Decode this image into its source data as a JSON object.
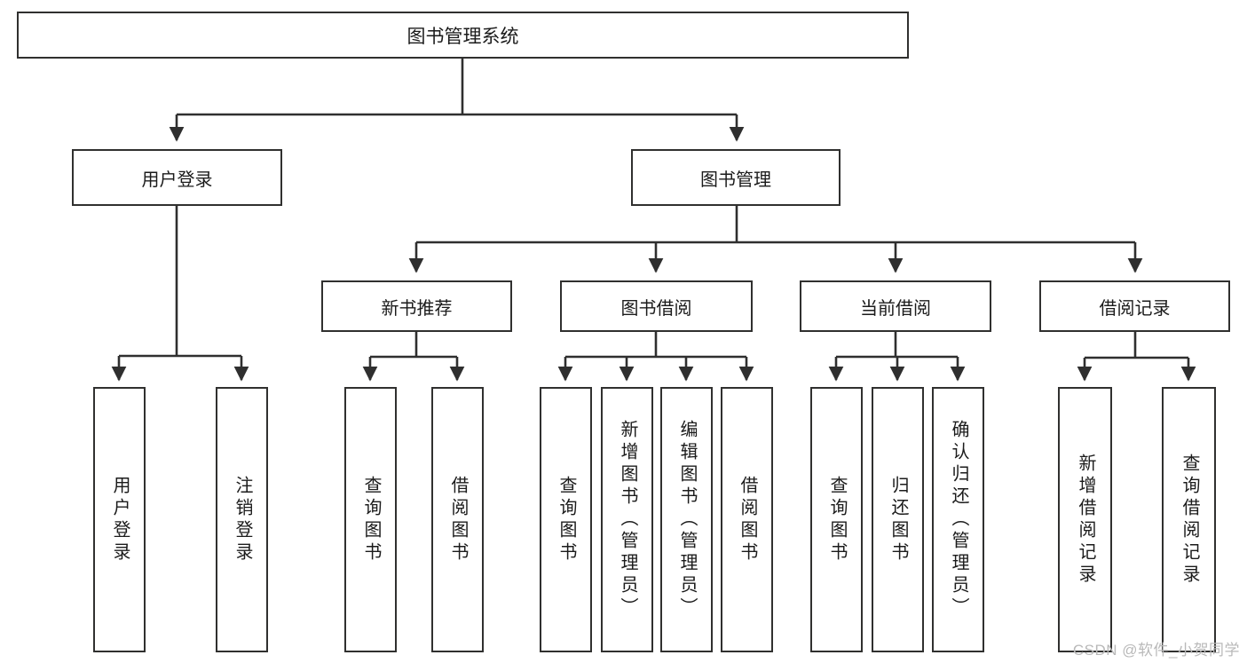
{
  "diagram": {
    "title": "图书管理系统",
    "type": "tree-hierarchy",
    "root": {
      "label": "图书管理系统"
    },
    "level2": [
      {
        "label": "用户登录"
      },
      {
        "label": "图书管理"
      }
    ],
    "level3": [
      {
        "label": "新书推荐"
      },
      {
        "label": "图书借阅"
      },
      {
        "label": "当前借阅"
      },
      {
        "label": "借阅记录"
      }
    ],
    "leaves": {
      "user_login": [
        {
          "label": "用户登录"
        },
        {
          "label": "注销登录"
        }
      ],
      "new_book_recommend": [
        {
          "label": "查询图书"
        },
        {
          "label": "借阅图书"
        }
      ],
      "book_borrow": [
        {
          "label": "查询图书"
        },
        {
          "label": "新增图书（管理员）"
        },
        {
          "label": "编辑图书（管理员）"
        },
        {
          "label": "借阅图书"
        }
      ],
      "current_borrow": [
        {
          "label": "查询图书"
        },
        {
          "label": "归还图书"
        },
        {
          "label": "确认归还（管理员）"
        }
      ],
      "borrow_record": [
        {
          "label": "新增借阅记录"
        },
        {
          "label": "查询借阅记录"
        }
      ]
    }
  },
  "watermark": {
    "text": "CSDN @软件_小贺同学"
  },
  "colors": {
    "box_border": "#30302f",
    "box_fill": "#ffffff",
    "text": "#1b1b1b",
    "wire": "#2f2f2f",
    "watermark": "#b9b9b9"
  }
}
